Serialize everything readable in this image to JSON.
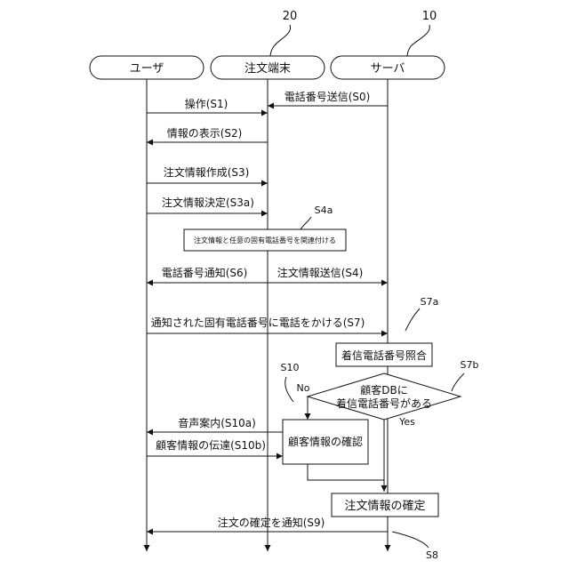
{
  "refs": {
    "terminal": "20",
    "server": "10"
  },
  "lanes": {
    "user": "ユーザ",
    "terminal": "注文端末",
    "server": "サーバ"
  },
  "messages": {
    "s0": "電話番号送信(S0)",
    "s1": "操作(S1)",
    "s2": "情報の表示(S2)",
    "s3": "注文情報作成(S3)",
    "s3a": "注文情報決定(S3a)",
    "s6": "電話番号通知(S6)",
    "s4": "注文情報送信(S4)",
    "s7": "通知された固有電話番号に電話をかける(S7)",
    "s10a": "音声案内(S10a)",
    "s10b": "顧客情報の伝達(S10b)",
    "s9": "注文の確定を通知(S9)"
  },
  "steps": {
    "s4a": {
      "id": "S4a",
      "text": "注文情報と任意の固有電話番号を関連付ける"
    },
    "s7a": {
      "id": "S7a",
      "text": "着信電話番号照合"
    },
    "s7b": {
      "id": "S7b",
      "line1": "顧客DBに",
      "line2": "着信電話番号がある",
      "no": "No",
      "yes": "Yes"
    },
    "s10": {
      "id": "S10",
      "text": "顧客情報の確認"
    },
    "s8": {
      "id": "S8",
      "text": "注文情報の確定"
    }
  }
}
